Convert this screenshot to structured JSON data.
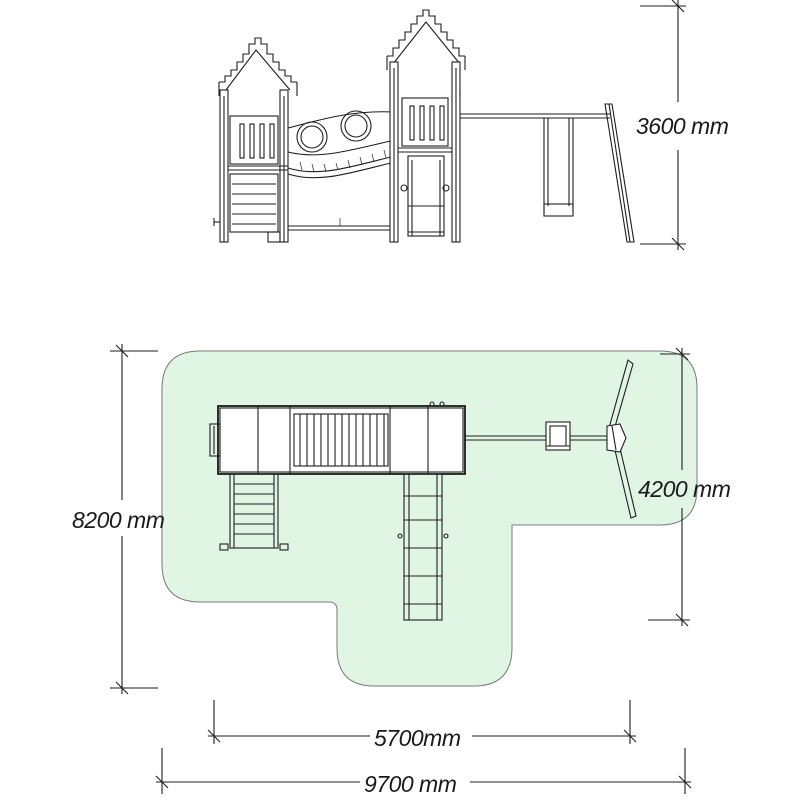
{
  "dimensions": {
    "height": "3600 mm",
    "length_zone": "8200 mm",
    "swing_zone": "4200 mm",
    "tower_span": "5700mm",
    "total_width": "9700 mm"
  },
  "colors": {
    "safety_zone_fill": "#e0f5e4",
    "safety_zone_stroke": "#7a7a7a",
    "line": "#1e1e1e"
  }
}
